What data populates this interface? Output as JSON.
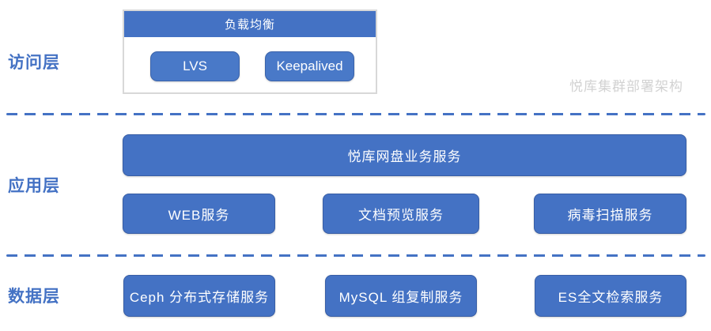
{
  "title_watermark": "悦库集群部署架构",
  "colors": {
    "primary_blue": "#4472C4",
    "node_blue": "#4979C8",
    "group_border_gray": "#D8D8D8",
    "watermark_gray": "#D2D2D2",
    "label_blue": "#4472C4",
    "box_text": "#FFFFFF"
  },
  "layers": {
    "access": {
      "label": "访问层",
      "group": {
        "title": "负载均衡",
        "nodes": [
          {
            "label": "LVS"
          },
          {
            "label": "Keepalived"
          }
        ]
      }
    },
    "application": {
      "label": "应用层",
      "main_service": {
        "label": "悦库网盘业务服务"
      },
      "services": [
        {
          "label": "WEB服务"
        },
        {
          "label": "文档预览服务"
        },
        {
          "label": "病毒扫描服务"
        }
      ]
    },
    "data": {
      "label": "数据层",
      "services": [
        {
          "label": "Ceph 分布式存储服务"
        },
        {
          "label": "MySQL 组复制服务"
        },
        {
          "label": "ES全文检索服务"
        }
      ]
    }
  }
}
